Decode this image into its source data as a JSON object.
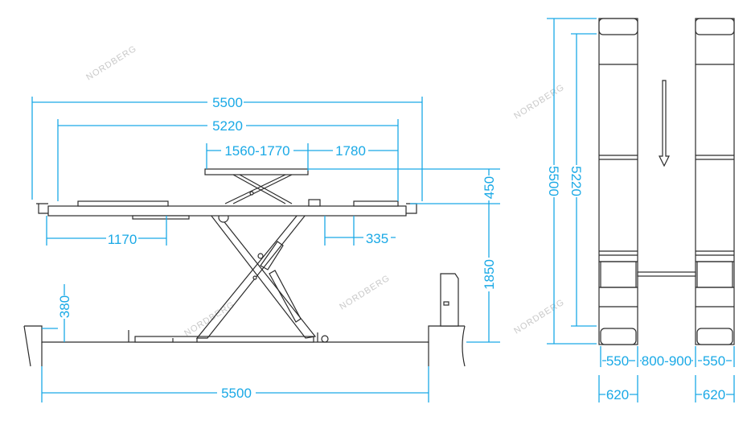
{
  "watermark": "NORDBERG",
  "side_view": {
    "overall_length": "5500",
    "platform_length": "5220",
    "jack_range": "1560-1770",
    "jack_offset": "1780",
    "jack_height": "450",
    "max_height": "1850",
    "front_offset": "1170",
    "rear_offset": "335",
    "min_height": "380",
    "base_length": "5500"
  },
  "plan_view": {
    "overall_length": "5500",
    "platform_length": "5220",
    "rail_width_inner": "550",
    "rail_gap": "800-900",
    "rail_width_inner_right": "550",
    "rail_width_outer": "620",
    "rail_width_outer_right": "620"
  },
  "colors": {
    "dimension": "#1aa9e6",
    "outline": "#2b2b2b"
  }
}
